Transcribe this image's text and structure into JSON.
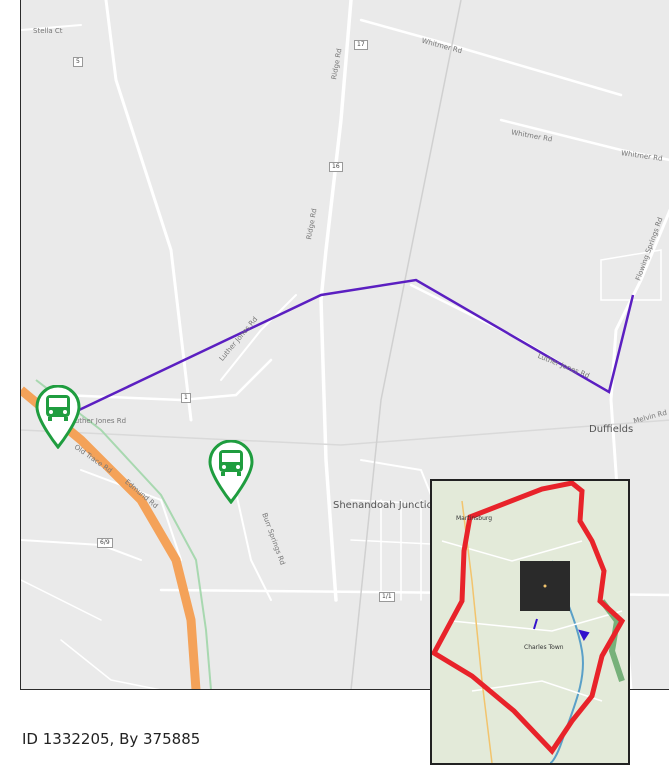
{
  "map": {
    "places": {
      "duffields": "Duffields",
      "shenandoah_junction": "Shenandoah Junction"
    },
    "roads": {
      "ridge_rd_1": "Ridge Rd",
      "ridge_rd_2": "Ridge Rd",
      "luther_jones_rd_1": "Luther Jones Rd",
      "luther_jones_rd_2": "Luther Jones Rd",
      "luther_jones_rd_3": "Luther Jones Rd",
      "whitmer_rd_1": "Whitmer Rd",
      "whitmer_rd_2": "Whitmer Rd",
      "whitmer_rd_3": "Whitmer Rd",
      "flowing_springs_rd": "Flowing Springs Rd",
      "stellar_ct": "Stella Ct",
      "wilson_rd": "Melvin Rd",
      "burr_springs_rd": "Burr Springs Rd",
      "ellwood_rd": "Edmund Rd",
      "old_trace_rd": "Old Trace Rd"
    },
    "route_badges": [
      "5",
      "17",
      "16",
      "1",
      "6/9",
      "1/1"
    ],
    "route_color": "#5b1fc1",
    "highway_color": "#f4a259",
    "marker_color": "#1f9d3f",
    "markers": [
      {
        "icon": "bus-icon"
      },
      {
        "icon": "bus-icon"
      }
    ]
  },
  "inset": {
    "labels": {
      "north_town": "Martinsburg",
      "mid_town": "Charles Town"
    },
    "boundary_color": "#e8232a"
  },
  "caption": "ID 1332205, By 375885"
}
